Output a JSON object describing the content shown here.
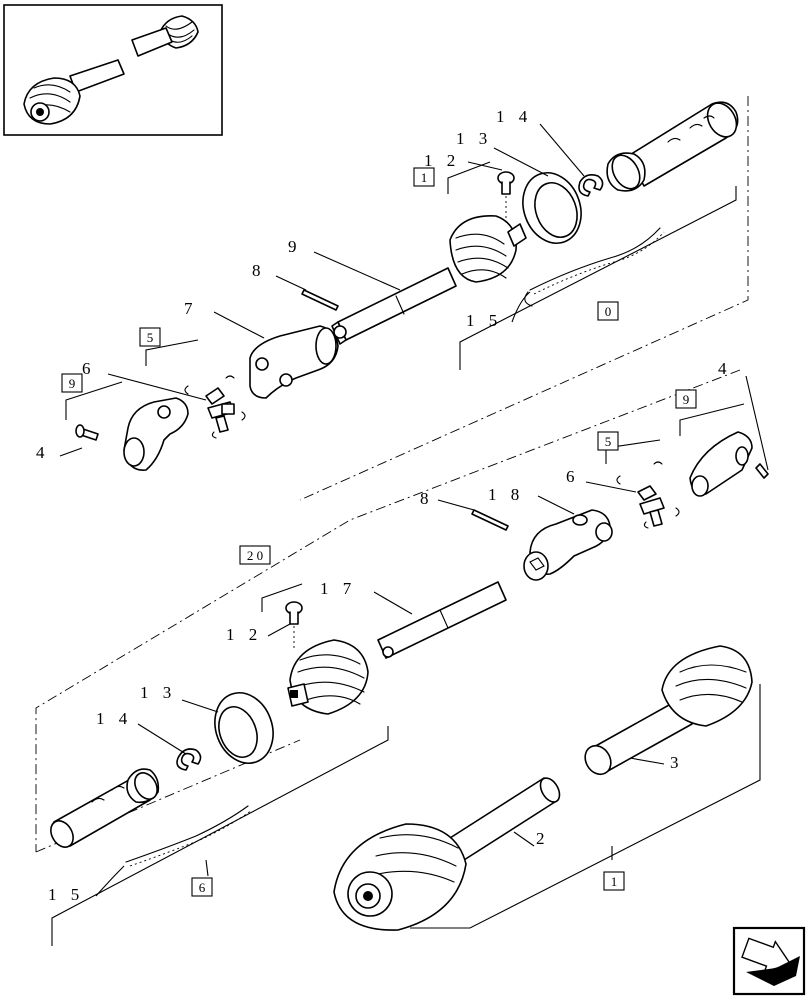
{
  "callouts": {
    "c14_top": "1 4",
    "c13_top": "1 3",
    "c12_top": "1 2",
    "c9": "9",
    "c8_top": "8",
    "c7": "7",
    "c6_left": "6",
    "c4_left": "4",
    "c15_top": "1 5",
    "c4_right": "4",
    "c18": "1 8",
    "c6_right": "6",
    "c8_mid": "8",
    "c17": "1 7",
    "c12_bot": "1 2",
    "c13_bot": "1 3",
    "c14_bot": "1 4",
    "c15_bot": "1 5",
    "c3": "3",
    "c2": "2"
  },
  "boxes": {
    "b1_top": "1",
    "b0_top": "0",
    "b5_left": "5",
    "b9_left": "9",
    "b9_right": "9",
    "b5_right": "5",
    "b20": "2 0",
    "b6_bottom": "6",
    "b1_bottom": "1"
  },
  "icons": {
    "thumbnail": "assembled-shaft-thumbnail",
    "navigation": "next-page-arrow-icon"
  }
}
